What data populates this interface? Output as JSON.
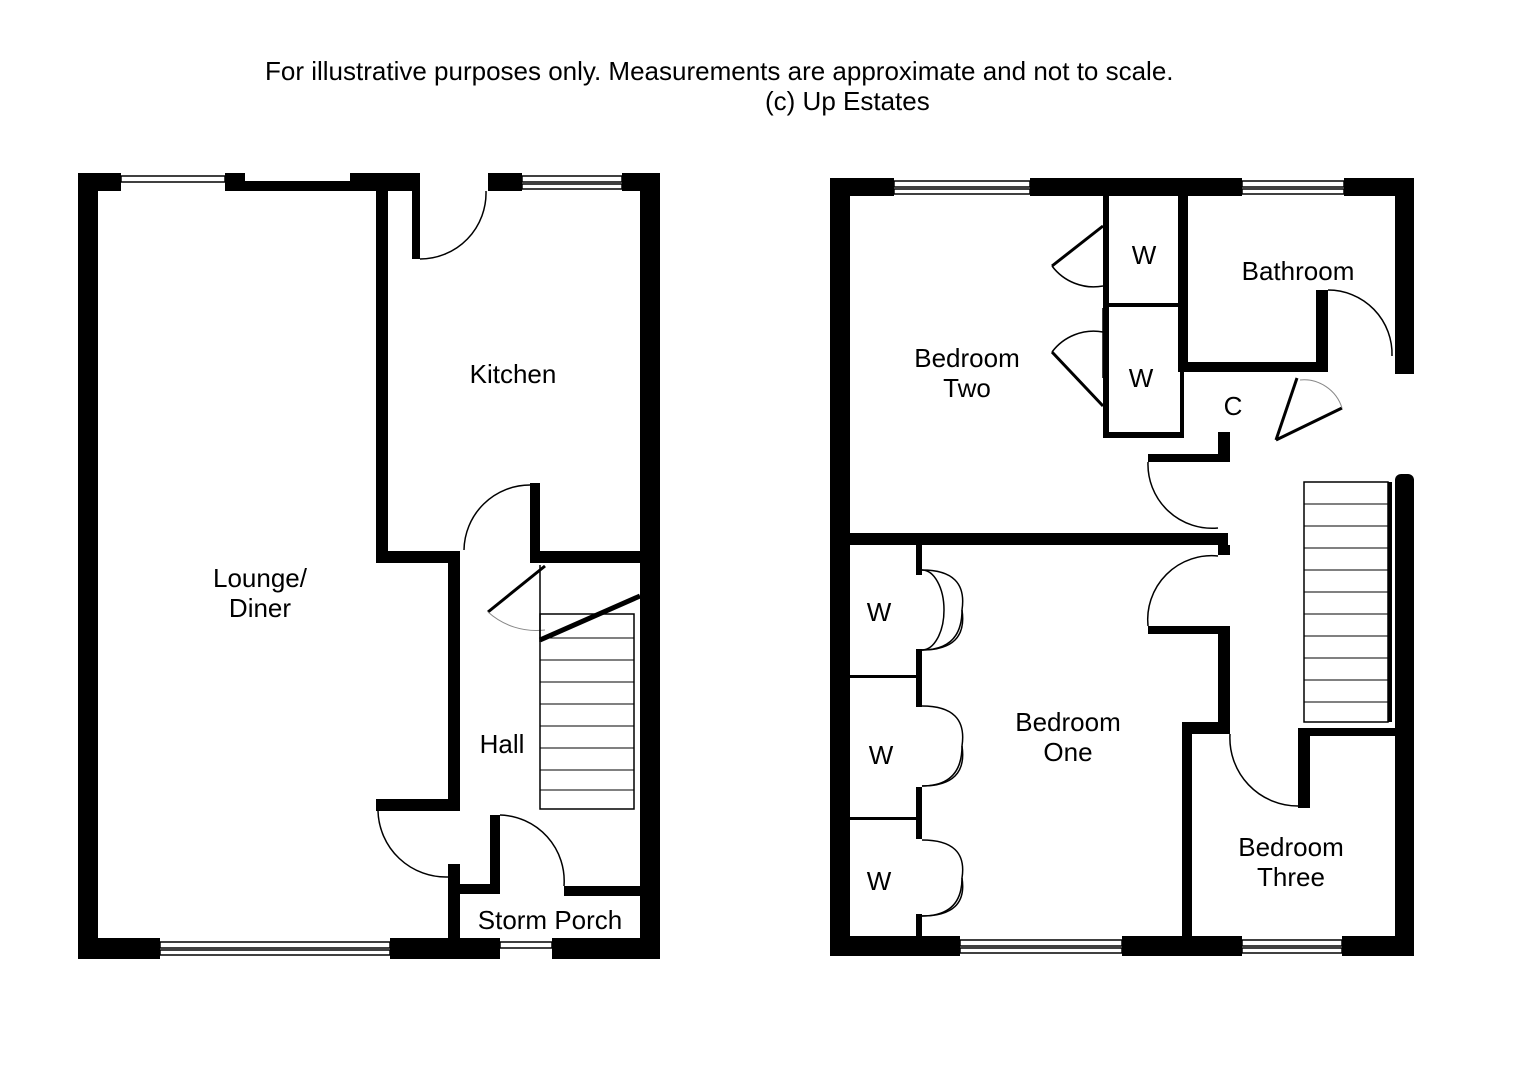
{
  "header": {
    "disclaimer": "For illustrative purposes only. Measurements are approximate and not to scale.",
    "copyright": "(c) Up Estates"
  },
  "ground_floor": {
    "lounge": [
      "Lounge/",
      "Diner"
    ],
    "kitchen": "Kitchen",
    "hall": "Hall",
    "porch": "Storm Porch"
  },
  "first_floor": {
    "bedroom_two": [
      "Bedroom",
      "Two"
    ],
    "bathroom": "Bathroom",
    "bedroom_one": [
      "Bedroom",
      "One"
    ],
    "bedroom_three": [
      "Bedroom",
      "Three"
    ],
    "wardrobe": "W",
    "cupboard": "C"
  },
  "colors": {
    "wall": "#000000",
    "background": "#ffffff",
    "window_glass": "#ffffff"
  }
}
